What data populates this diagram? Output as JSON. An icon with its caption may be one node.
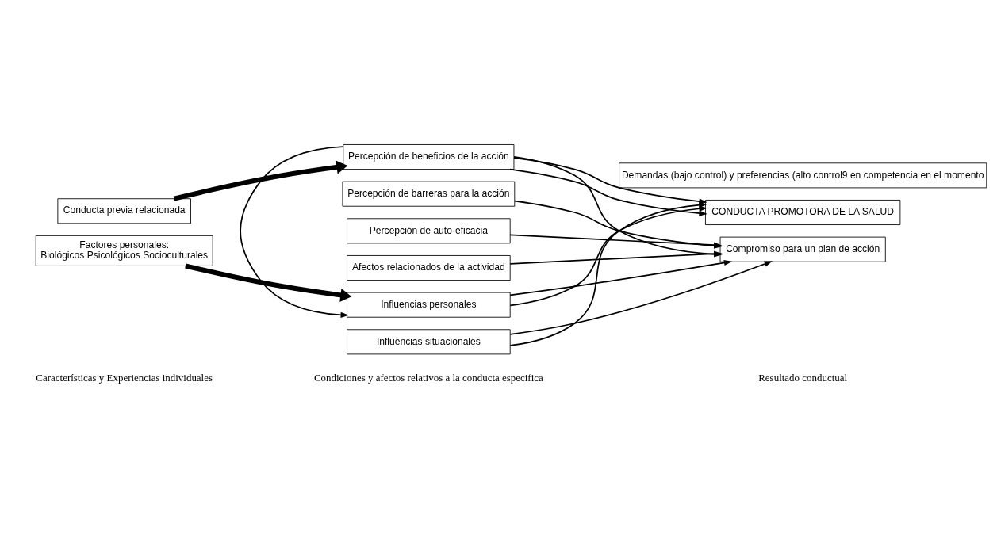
{
  "diagram": {
    "nodes": [
      {
        "text": [
          "Conducta previa relacionada"
        ]
      },
      {
        "text": [
          "Factores personales:",
          "Biológicos Psicológicos Socioculturales"
        ]
      },
      {
        "text": [
          "Percepción de beneficios de la acción"
        ]
      },
      {
        "text": [
          "Percepción de barreras para la acción"
        ]
      },
      {
        "text": [
          "Percepción de auto-eficacia"
        ]
      },
      {
        "text": [
          "Afectos relacionados de la actividad"
        ]
      },
      {
        "text": [
          "Influencias personales"
        ]
      },
      {
        "text": [
          "Influencias situacionales"
        ]
      },
      {
        "text": [
          "Demandas (bajo control) y preferencias (alto control9 en competencia en el momento"
        ]
      },
      {
        "text": [
          "Compromiso para un plan de acción"
        ]
      },
      {
        "text": [
          "CONDUCTA PROMOTORA DE LA SALUD"
        ]
      }
    ],
    "edges": [
      {
        "from": 0,
        "to": 2,
        "arrow": "to",
        "style": "thick"
      },
      {
        "from": 1,
        "to": 6,
        "arrow": "to",
        "style": "thick"
      },
      {
        "from": 2,
        "to": 6,
        "arrow": "to"
      },
      {
        "from": 2,
        "to": 10,
        "arrow": "to"
      },
      {
        "from": 2,
        "to": 9,
        "arrow": "to"
      },
      {
        "from": 3,
        "to": 9,
        "arrow": "to"
      },
      {
        "from": 4,
        "to": 9,
        "arrow": "to"
      },
      {
        "from": 5,
        "to": 9,
        "arrow": "to"
      },
      {
        "from": 6,
        "to": 9,
        "arrow": "to"
      },
      {
        "from": 7,
        "to": 9,
        "arrow": "to"
      },
      {
        "from": 6,
        "to": 10,
        "arrow": "to"
      },
      {
        "from": 7,
        "to": 10,
        "arrow": "to"
      },
      {
        "from": 2,
        "to": 10,
        "arrow": "to"
      }
    ],
    "labels": [
      "Características y Experiencias individuales",
      "Condiciones y afectos relativos a la conducta especifica",
      "Resultado conductual"
    ]
  }
}
